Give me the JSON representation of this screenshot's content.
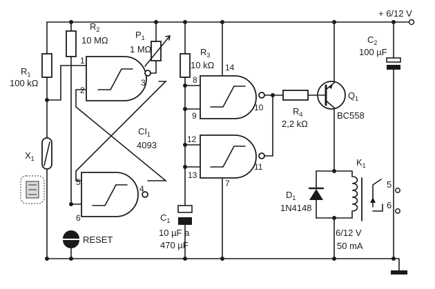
{
  "supply": {
    "label": "+ 6/12 V"
  },
  "resistors": {
    "r1": {
      "name": "R",
      "sub": "1",
      "value": "100 kΩ"
    },
    "r2": {
      "name": "R",
      "sub": "2",
      "value": "10 MΩ"
    },
    "r3": {
      "name": "R",
      "sub": "3",
      "value": "10 kΩ"
    },
    "r4": {
      "name": "R",
      "sub": "4",
      "value": "2,2 kΩ"
    }
  },
  "potentiometer": {
    "name": "P",
    "sub": "1",
    "value": "1 MΩ"
  },
  "ic": {
    "name": "CI",
    "sub": "1",
    "part": "4093"
  },
  "capacitors": {
    "c1": {
      "name": "C",
      "sub": "1",
      "value1": "10 µF a",
      "value2": "470 µF"
    },
    "c2": {
      "name": "C",
      "sub": "2",
      "value": "100 µF"
    }
  },
  "transistor": {
    "name": "Q",
    "sub": "1",
    "part": "BC558"
  },
  "diode": {
    "name": "D",
    "sub": "1",
    "part": "1N4148"
  },
  "relay": {
    "name": "K",
    "sub": "1",
    "voltage": "6/12 V",
    "current": "50 mA",
    "contact_a": "5",
    "contact_b": "6"
  },
  "sensor": {
    "name": "X",
    "sub": "1"
  },
  "reset": {
    "label": "RESET"
  },
  "gate_pins": {
    "g1": [
      "1",
      "2",
      "3"
    ],
    "g2": [
      "8",
      "9",
      "10",
      "14"
    ],
    "g3": [
      "12",
      "13",
      "11",
      "7"
    ],
    "g4": [
      "5",
      "6",
      "4"
    ]
  }
}
